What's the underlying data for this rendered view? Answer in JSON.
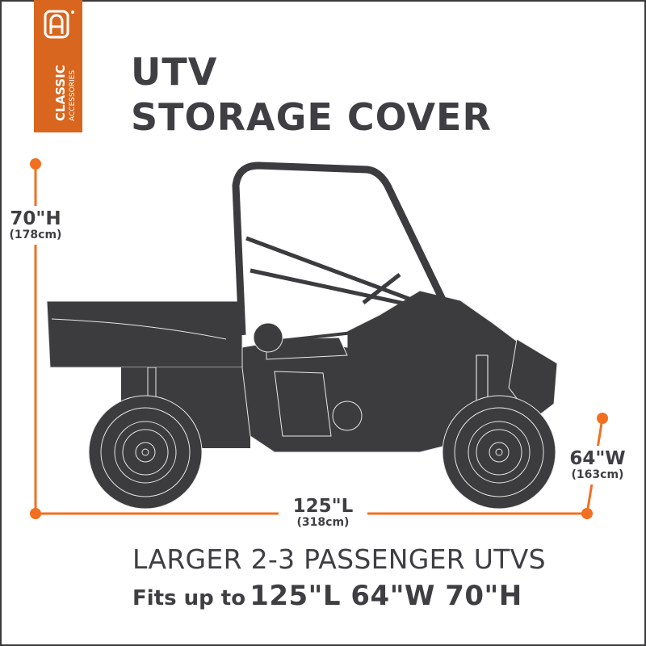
{
  "brand": {
    "name_line1": "CLASSIC",
    "name_line2": "ACCESSORIES",
    "logo_icon": "classic-accessories-ca-monogram",
    "color": "#d8661f"
  },
  "title": {
    "line1": "UTV",
    "line2": "STORAGE COVER"
  },
  "dimensions": {
    "height": {
      "main": "70\"H",
      "sub": "(178cm)"
    },
    "width": {
      "main": "64\"W",
      "sub": "(163cm)"
    },
    "length": {
      "main": "125\"L",
      "sub": "(318cm)"
    }
  },
  "subtitle": "LARGER 2-3 PASSENGER UTVS",
  "fits": {
    "prefix": "Fits up to",
    "values": "125\"L 64\"W 70\"H"
  },
  "colors": {
    "accent": "#f26f21",
    "text": "#3f3e42",
    "vehicle": "#3c3b3e",
    "border": "#3a3a3c"
  },
  "illustration": "utv-side-view-with-cover"
}
